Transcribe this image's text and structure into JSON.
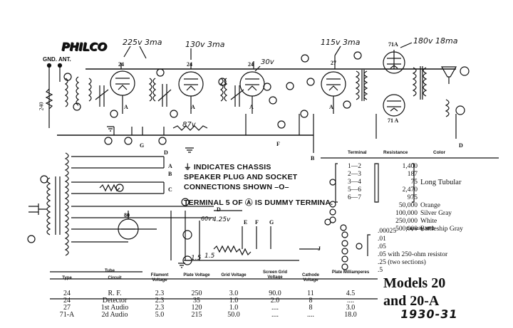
{
  "brand": "PHILCO",
  "models": {
    "line1": "Models 20",
    "line2": "and 20-A",
    "year": "1930-31"
  },
  "voltages": {
    "v1": "225v 3ma",
    "v2": "130v 3ma",
    "v3": "30v",
    "v4": "115v 3ma",
    "v5": "180v 18ma",
    "v6": "87v",
    "v7": "60v",
    "v8": "4.25v",
    "v9": "1.5",
    "v10": "1.5"
  },
  "schematic_labels": {
    "gnd": "GND.",
    "ant": "ANT.",
    "tube_24": "24",
    "tube_27": "27",
    "tube_71a": "71A",
    "tube_71a_b": "71 A",
    "tube_80": "80",
    "a": "A",
    "b": "B",
    "c": "C",
    "d": "D",
    "e": "E",
    "f": "F",
    "g": "G",
    "j": "J",
    "r240": "240"
  },
  "notes": [
    "⏚ INDICATES CHASSIS",
    "SPEAKER PLUG AND SOCKET",
    "CONNECTIONS SHOWN –O–",
    "TERMINAL 5 OF Ⓐ IS DUMMY TERMINA."
  ],
  "parts_table": {
    "headers": {
      "terminal": "Terminal",
      "resistance": "Resistance",
      "color": "Color"
    },
    "rows": [
      {
        "terminal": "1—2",
        "resistance": "1,400",
        "color": ""
      },
      {
        "terminal": "2—3",
        "resistance": "187",
        "color": ""
      },
      {
        "terminal": "3—4",
        "resistance": "75",
        "color": "Long Tubular"
      },
      {
        "terminal": "5—6",
        "resistance": "2,470",
        "color": ""
      },
      {
        "terminal": "6—7",
        "resistance": "975",
        "color": ""
      },
      {
        "terminal": "",
        "resistance": "50,000",
        "color": "Orange"
      },
      {
        "terminal": "",
        "resistance": "100,000",
        "color": "Silver Gray"
      },
      {
        "terminal": "",
        "resistance": "250,000",
        "color": "White"
      },
      {
        "terminal": "",
        "resistance": "500,000",
        "color": "Battleship Gray"
      }
    ]
  },
  "capacity": {
    "header": "Capacity MFD",
    "rows": [
      ".00025",
      ".01",
      ".05",
      ".05 with 250-ohm resistor",
      ".25 (two sections)",
      ".5"
    ]
  },
  "tube_table": {
    "group_header": "Tube",
    "headers": [
      "Type",
      "Circuit",
      "Filament Voltage",
      "Plate Voltage",
      "Grid Voltage",
      "Screen Grid Voltage",
      "Cathode Voltage",
      "Plate Milliamperes"
    ],
    "rows": [
      [
        "24",
        "R. F.",
        "2.3",
        "250",
        "3.0",
        "90.0",
        "11",
        "4.5"
      ],
      [
        "24",
        "Detector",
        "2.3",
        "35",
        "1.0",
        "2.0",
        "8",
        "...."
      ],
      [
        "27",
        "1st Audio",
        "2.3",
        "120",
        "1.0",
        "....",
        "8",
        "3.0"
      ],
      [
        "71-A",
        "2d Audio",
        "5.0",
        "215",
        "50.0",
        "....",
        "....",
        "18.0"
      ]
    ]
  }
}
